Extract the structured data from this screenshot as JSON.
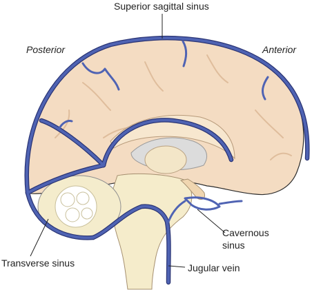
{
  "labels": {
    "superior_sagittal_sinus": "Superior sagittal sinus",
    "posterior": "Posterior",
    "anterior": "Anterior",
    "cavernous_sinus_line1": "Cavernous",
    "cavernous_sinus_line2": "sinus",
    "transverse_sinus": "Transverse sinus",
    "jugular_vein": "Jugular vein"
  },
  "colors": {
    "cortex": "#f4dcc2",
    "sulci": "#dfbd9c",
    "brainstem": "#f5eccb",
    "ventricle": "#dcdcdc",
    "veins": "#4f63b3",
    "vein_outline": "#2a3474",
    "leader_lines": "#222222"
  }
}
